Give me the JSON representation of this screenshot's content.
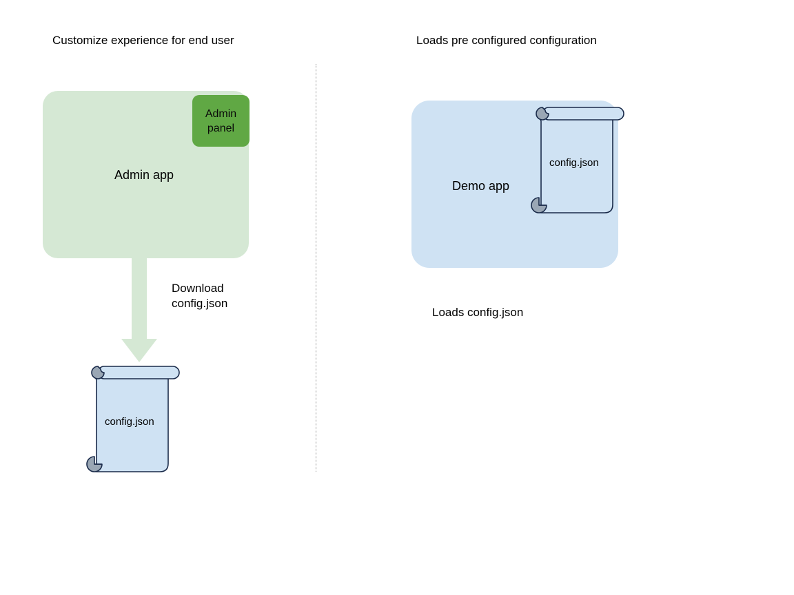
{
  "diagram": {
    "type": "flow-diagram",
    "background_color": "#ffffff",
    "sections": {
      "left": {
        "heading": "Customize experience for end user",
        "app_box": {
          "label": "Admin app",
          "fill_color": "#d5e8d4"
        },
        "panel": {
          "label": "Admin\npanel",
          "fill_color": "#60a844"
        },
        "arrow": {
          "label": "Download\nconfig.json",
          "fill_color": "#d5e8d4",
          "direction": "down"
        },
        "document": {
          "label": "config.json",
          "fill_color": "#cfe2f3",
          "stroke_color": "#1a2b4a",
          "icon": "scroll-document-icon"
        }
      },
      "right": {
        "heading": "Loads pre configured configuration",
        "app_box": {
          "label": "Demo app",
          "fill_color": "#cfe2f3"
        },
        "document": {
          "label": "config.json",
          "fill_color": "#cfe2f3",
          "stroke_color": "#1a2b4a",
          "icon": "scroll-document-icon"
        },
        "caption": "Loads config.json"
      }
    },
    "divider": {
      "style": "dotted-vertical",
      "color": "#9a9a9a"
    }
  }
}
